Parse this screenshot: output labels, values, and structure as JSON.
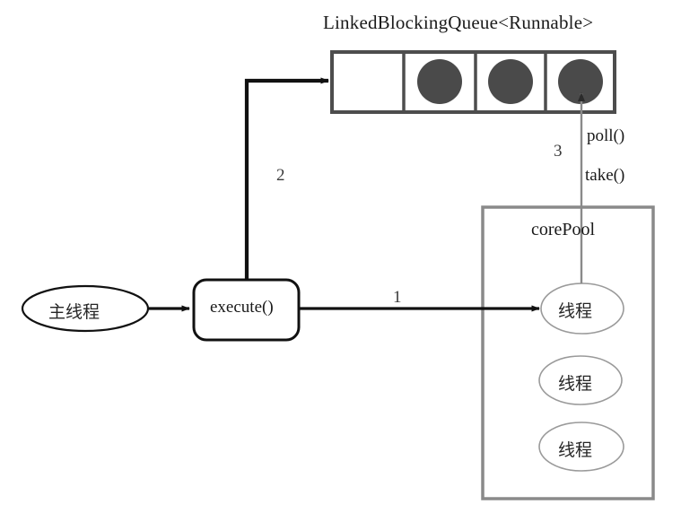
{
  "diagram": {
    "title": "LinkedBlockingQueue<Runnable>",
    "queue": {
      "name": "LinkedBlockingQueue<Runnable>",
      "cells": [
        {
          "filled": false
        },
        {
          "filled": true
        },
        {
          "filled": true
        },
        {
          "filled": true
        }
      ],
      "task_color": "#4a4a4a",
      "border_color": "#4d4d4d"
    },
    "nodes": {
      "main_thread": "主线程",
      "execute": "execute()",
      "core_pool": "corePool",
      "threads": [
        "线程",
        "线程",
        "线程"
      ]
    },
    "edges": {
      "step1": "1",
      "step2": "2",
      "step3": "3",
      "poll": "poll()",
      "take": "take()"
    },
    "colors": {
      "stroke_dark": "#111111",
      "stroke_gray": "#7a7a7a",
      "fill_task": "#4a4a4a",
      "background": "#ffffff"
    }
  }
}
